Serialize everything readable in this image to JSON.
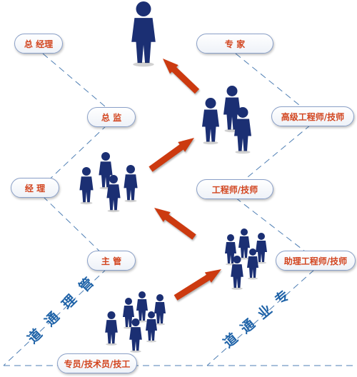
{
  "labels": {
    "general_manager": "总 经理",
    "director": "总 监",
    "manager": "经 理",
    "supervisor": "主 管",
    "expert": "专 家",
    "senior_engineer": "高级工程师/技师",
    "engineer": "工程师/技师",
    "assistant_engineer": "助理工程师/技师",
    "staff": "专员/技术员/技工"
  },
  "paths": {
    "management": [
      "管",
      "理",
      "通",
      "道"
    ],
    "professional": [
      "专",
      "业",
      "通",
      "道"
    ]
  },
  "colors": {
    "figure": "#1b2f73",
    "arrow": "#cc3a10",
    "dash_line": "#4f7fb4",
    "label_text": "#d2441e",
    "path_text": "#1f63a8"
  }
}
